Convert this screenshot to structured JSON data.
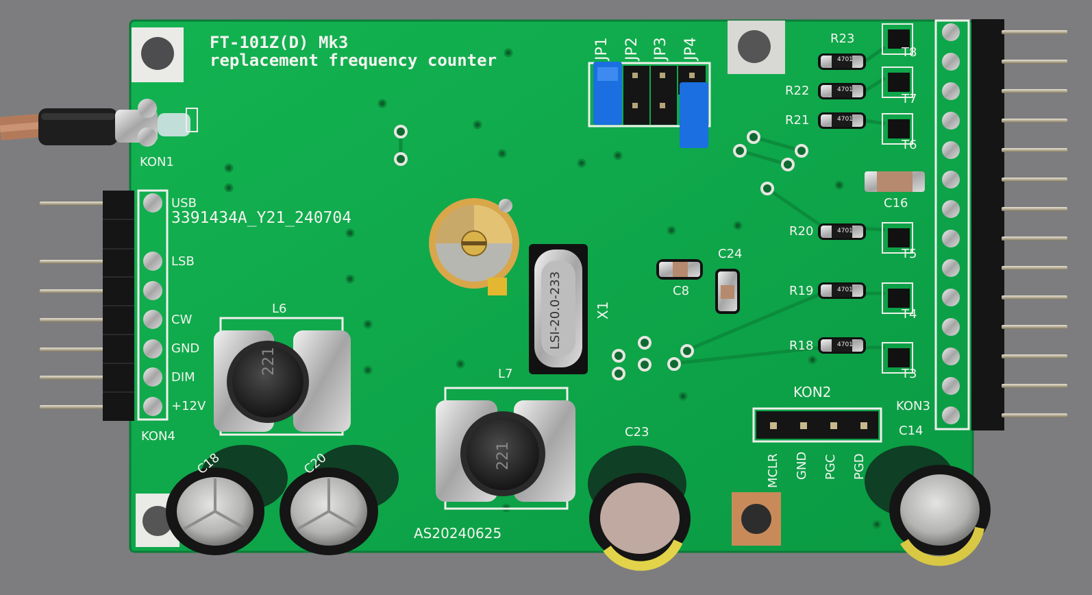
{
  "board": {
    "title_line1": "FT-101Z(D) Mk3",
    "title_line2": "replacement frequency counter",
    "serial": "3391434A_Y21_240704",
    "version": "AS20240625",
    "connectors": {
      "kon1": "KON1",
      "kon2": "KON2",
      "kon3": "KON3",
      "kon4": "KON4"
    },
    "kon4_pins": [
      "USB",
      "LSB",
      "CW",
      "GND",
      "DIM",
      "+12V"
    ],
    "kon2_pins": [
      "MCLR",
      "GND",
      "PGC",
      "PGD"
    ],
    "jumpers": [
      "JP1",
      "JP2",
      "JP3",
      "JP4"
    ],
    "resistors": [
      "R23",
      "R22",
      "R21",
      "R20",
      "R19",
      "R18"
    ],
    "resistor_code": "4701",
    "transistors": [
      "T8",
      "T7",
      "T6",
      "T5",
      "T4",
      "T3"
    ],
    "capacitors": [
      "C16",
      "C24",
      "C8",
      "C23",
      "C14",
      "C18",
      "C20"
    ],
    "inductors": [
      "L6",
      "L7"
    ],
    "inductor_code": "221",
    "crystal": "X1",
    "crystal_marking": "LSI-20.0-233"
  },
  "colors": {
    "background": "#7d7d7f",
    "pcb": "#0fa84a",
    "silk": "#f2f2ef",
    "jumper_blue": "#1b6fe0",
    "header_black": "#141414"
  }
}
